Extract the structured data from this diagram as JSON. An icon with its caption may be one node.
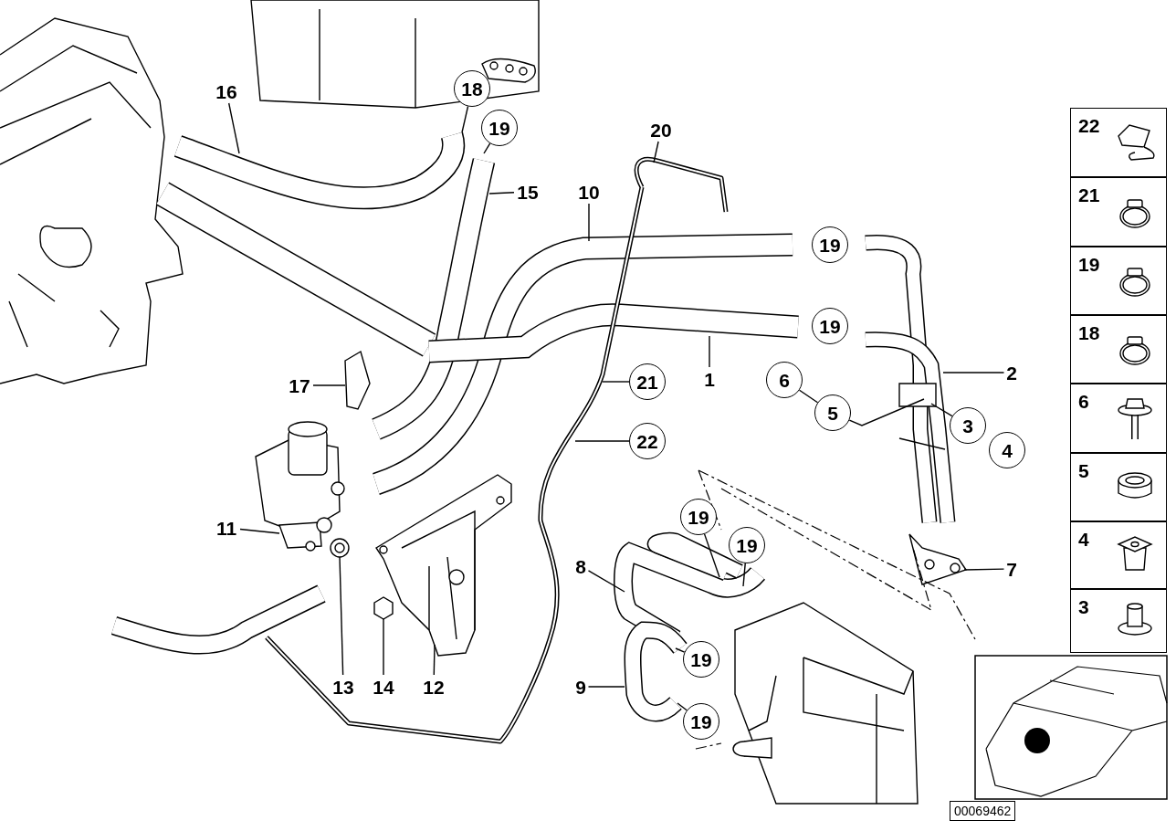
{
  "diagram": {
    "nodes": [
      {
        "text": [
          "16"
        ]
      },
      {
        "text": [
          "18"
        ]
      },
      {
        "text": [
          "19"
        ]
      },
      {
        "text": [
          "20"
        ]
      },
      {
        "text": [
          "15"
        ]
      },
      {
        "text": [
          "10"
        ]
      },
      {
        "text": [
          "19"
        ]
      },
      {
        "text": [
          "19"
        ]
      },
      {
        "text": [
          "2"
        ]
      },
      {
        "text": [
          "1"
        ]
      },
      {
        "text": [
          "17"
        ]
      },
      {
        "text": [
          "21"
        ]
      },
      {
        "text": [
          "6"
        ]
      },
      {
        "text": [
          "5"
        ]
      },
      {
        "text": [
          "3"
        ]
      },
      {
        "text": [
          "22"
        ]
      },
      {
        "text": [
          "4"
        ]
      },
      {
        "text": [
          "11"
        ]
      },
      {
        "text": [
          "19"
        ]
      },
      {
        "text": [
          "19"
        ]
      },
      {
        "text": [
          "8"
        ]
      },
      {
        "text": [
          "7"
        ]
      },
      {
        "text": [
          "19"
        ]
      },
      {
        "text": [
          "13"
        ]
      },
      {
        "text": [
          "14"
        ]
      },
      {
        "text": [
          "12"
        ]
      },
      {
        "text": [
          "9"
        ]
      },
      {
        "text": [
          "19"
        ]
      },
      {
        "text": [
          "22"
        ]
      },
      {
        "text": [
          "21"
        ]
      },
      {
        "text": [
          "19"
        ]
      },
      {
        "text": [
          "18"
        ]
      },
      {
        "text": [
          "6"
        ]
      },
      {
        "text": [
          "5"
        ]
      },
      {
        "text": [
          "4"
        ]
      },
      {
        "text": [
          "3"
        ]
      },
      {
        "text": [
          "00069462"
        ]
      },
      {
        "text": [],
        "shape": "picture"
      },
      {
        "text": [],
        "shape": "picture"
      },
      {
        "text": [],
        "shape": "picture"
      },
      {
        "text": [],
        "shape": "picture"
      },
      {
        "text": [],
        "shape": "picture"
      }
    ],
    "edges": [
      {
        "from": 0,
        "to": null,
        "arrow": "none"
      },
      {
        "from": 1,
        "to": null,
        "arrow": "none"
      },
      {
        "from": 2,
        "to": null,
        "arrow": "none"
      },
      {
        "from": 3,
        "to": null,
        "arrow": "none"
      },
      {
        "from": 4,
        "to": null,
        "arrow": "none"
      },
      {
        "from": 5,
        "to": null,
        "arrow": "none"
      },
      {
        "from": 8,
        "to": null,
        "arrow": "none"
      },
      {
        "from": 9,
        "to": null,
        "arrow": "none"
      },
      {
        "from": 10,
        "to": null,
        "arrow": "none"
      },
      {
        "from": 11,
        "to": null,
        "arrow": "none"
      },
      {
        "from": 12,
        "to": 13,
        "arrow": "none"
      },
      {
        "from": 13,
        "to": null,
        "arrow": "none"
      },
      {
        "from": 14,
        "to": null,
        "arrow": "none"
      },
      {
        "from": 15,
        "to": null,
        "arrow": "none"
      },
      {
        "from": 17,
        "to": 37,
        "arrow": "none"
      },
      {
        "from": 18,
        "to": null,
        "arrow": "none"
      },
      {
        "from": 19,
        "to": null,
        "arrow": "none"
      },
      {
        "from": 20,
        "to": null,
        "arrow": "none"
      },
      {
        "from": 21,
        "to": 41,
        "arrow": "none"
      },
      {
        "from": 22,
        "to": null,
        "arrow": "none"
      },
      {
        "from": 23,
        "to": 38,
        "arrow": "none"
      },
      {
        "from": 24,
        "to": 39,
        "arrow": "none"
      },
      {
        "from": 25,
        "to": 40,
        "arrow": "none"
      },
      {
        "from": 26,
        "to": null,
        "arrow": "none"
      },
      {
        "from": 27,
        "to": null,
        "arrow": "none"
      }
    ]
  }
}
